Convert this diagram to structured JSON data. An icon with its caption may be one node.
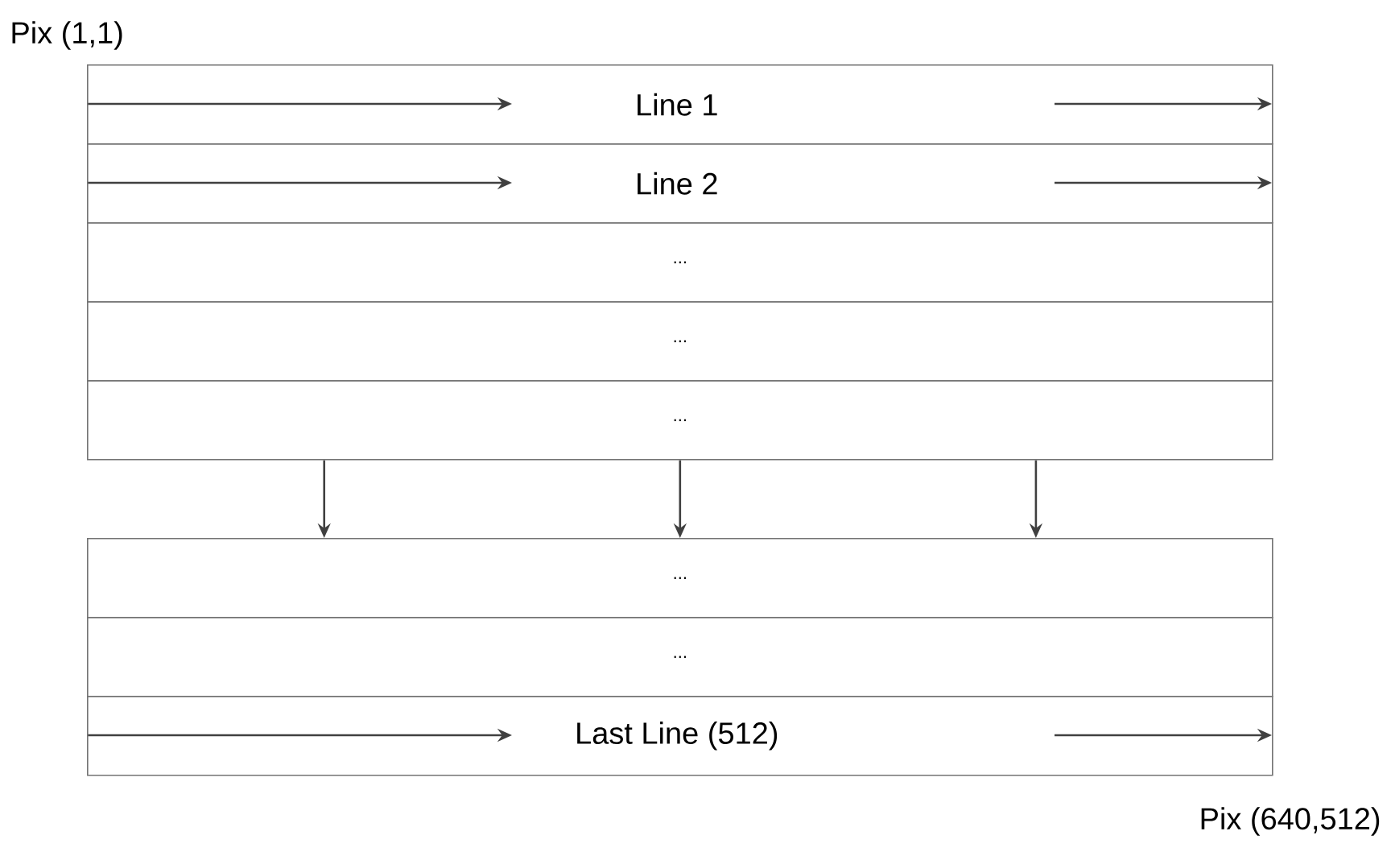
{
  "diagram": {
    "nodes": [
      {
        "text": [
          "Line 1"
        ]
      },
      {
        "text": [
          "Line 2"
        ]
      },
      {
        "text": [
          "..."
        ]
      },
      {
        "text": [
          "..."
        ]
      },
      {
        "text": [
          "..."
        ]
      },
      {
        "text": [
          "..."
        ]
      },
      {
        "text": [
          "..."
        ]
      },
      {
        "text": [
          "Last Line (512)"
        ]
      }
    ],
    "edges": [
      {
        "from": 4,
        "to": 5,
        "arrow": "to"
      },
      {
        "from": 4,
        "to": 5,
        "arrow": "to"
      },
      {
        "from": 4,
        "to": 5,
        "arrow": "to"
      }
    ],
    "labels": [
      "Pix (1,1)",
      "Pix (640,512)"
    ]
  }
}
